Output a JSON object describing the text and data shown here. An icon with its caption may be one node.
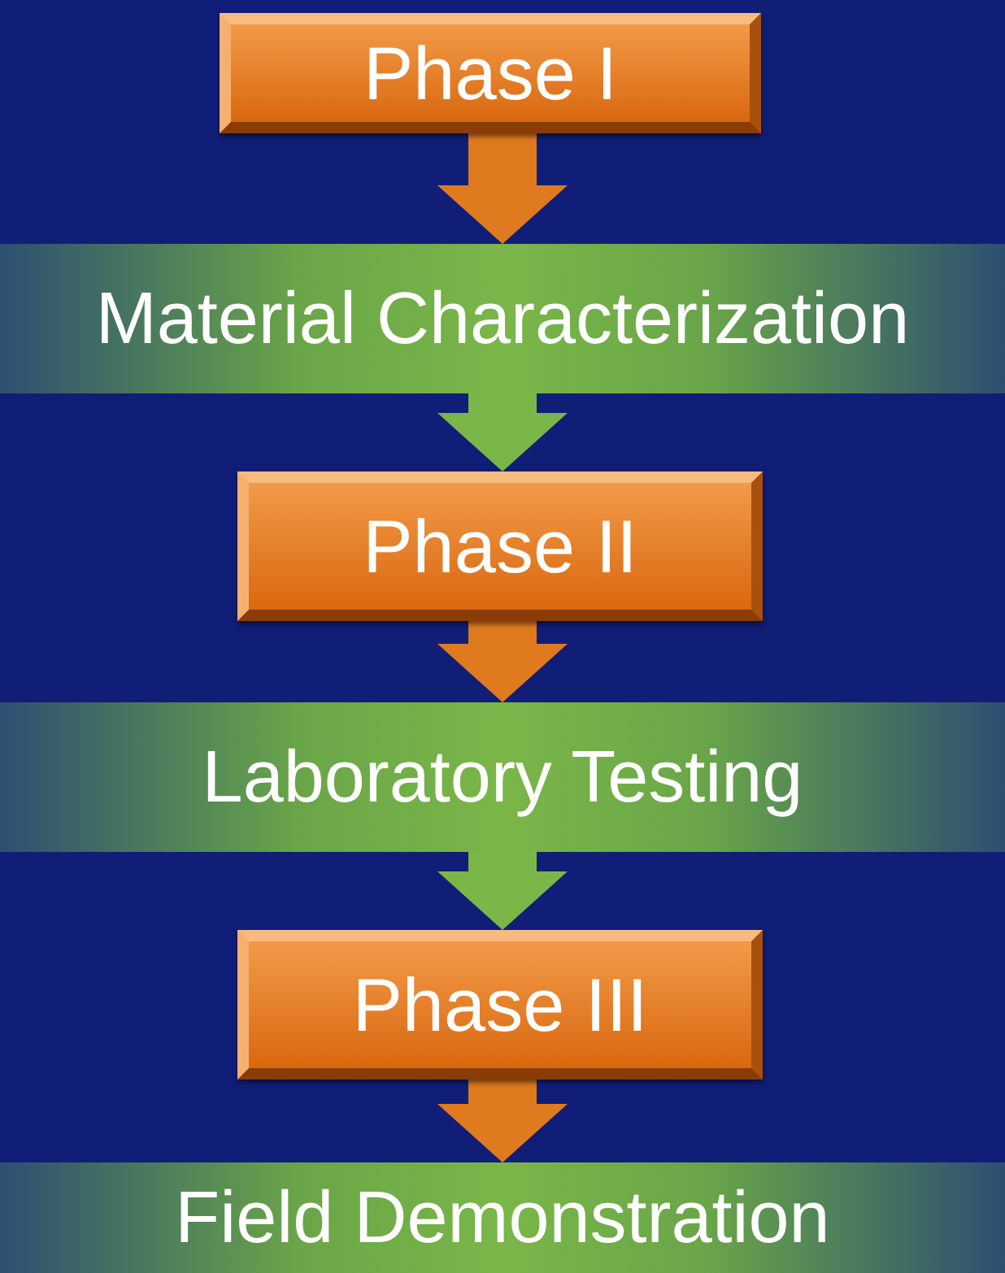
{
  "diagram": {
    "nodes": [
      {
        "text": [
          "Phase I"
        ]
      },
      {
        "text": [
          "Material Characterization"
        ]
      },
      {
        "text": [
          "Phase II"
        ]
      },
      {
        "text": [
          "Laboratory Testing"
        ]
      },
      {
        "text": [
          "Phase III"
        ]
      },
      {
        "text": [
          "Field Demonstration"
        ]
      }
    ],
    "edges": [
      {
        "from": 0,
        "to": 1,
        "arrow": "to"
      },
      {
        "from": 1,
        "to": 2,
        "arrow": "to",
        "color": "#7ab648"
      },
      {
        "from": 2,
        "to": 3,
        "arrow": "to"
      },
      {
        "from": 3,
        "to": 4,
        "arrow": "to",
        "color": "#7ab648"
      },
      {
        "from": 4,
        "to": 5,
        "arrow": "to"
      }
    ]
  }
}
